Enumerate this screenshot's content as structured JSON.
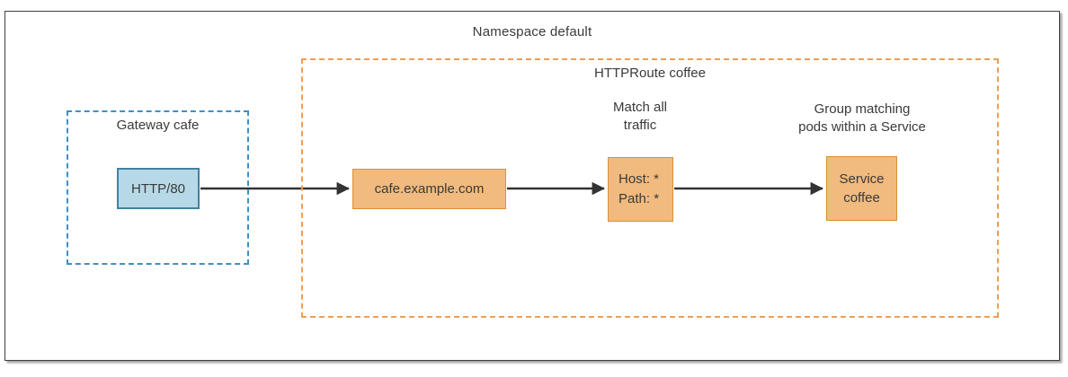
{
  "diagram": {
    "namespace": {
      "title": "Namespace default"
    },
    "gateway": {
      "title": "Gateway cafe",
      "listener_node": {
        "label": "HTTP/80"
      }
    },
    "httproute": {
      "title": "HTTPRoute coffee",
      "hostname_node": {
        "label": "cafe.example.com"
      },
      "match_annotation": {
        "line1": "Match all",
        "line2": "traffic"
      },
      "match_node": {
        "line1": "Host: *",
        "line2": "Path: *"
      },
      "service_annotation": {
        "line1": "Group matching",
        "line2": "pods within a Service"
      },
      "service_node": {
        "line1": "Service",
        "line2": "coffee"
      }
    },
    "colors": {
      "frame_border": "#3f3f3f",
      "blue_dash": "#3f90c8",
      "blue_fill": "#b7d8e7",
      "blue_border": "#44809f",
      "orange_dash": "#e9a057",
      "orange_fill": "#f1ba7e",
      "orange_border": "#da8f35",
      "arrow": "#333333",
      "text": "#3a3a3a"
    }
  }
}
